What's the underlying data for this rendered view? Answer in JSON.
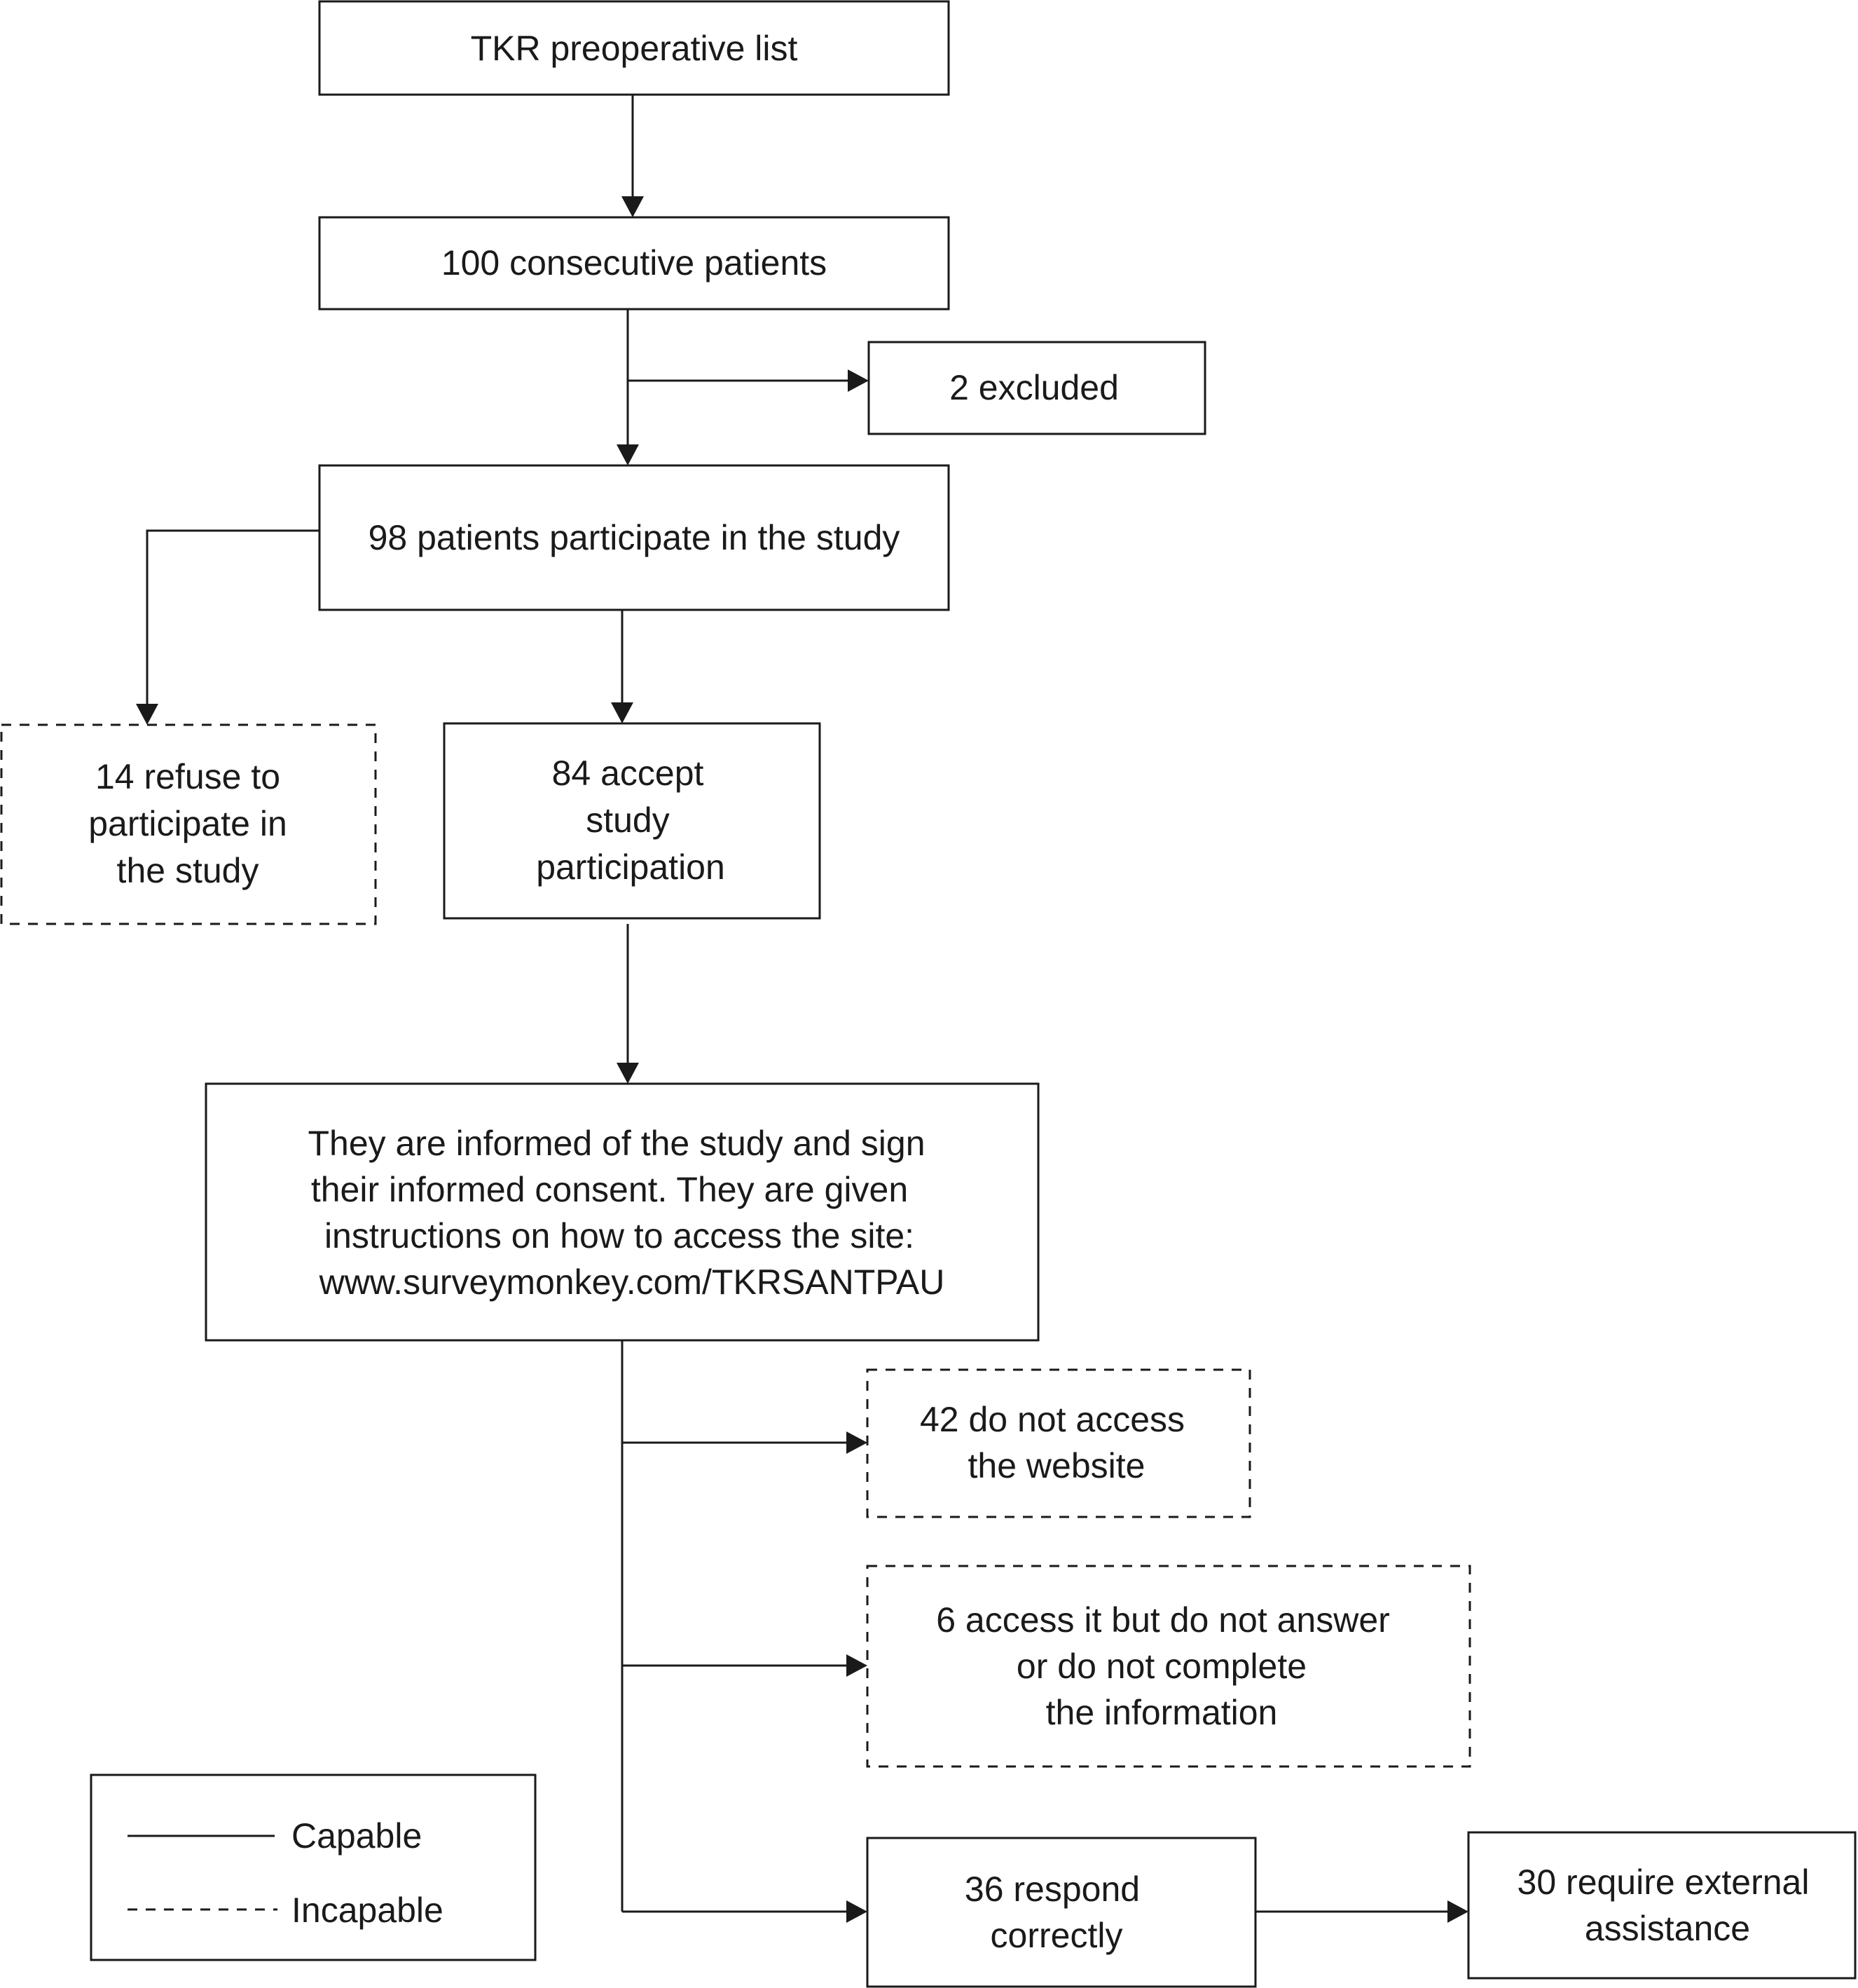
{
  "nodes": {
    "tkr_list": {
      "lines": [
        "TKR preoperative list"
      ],
      "style": "capable"
    },
    "consecutive": {
      "lines": [
        "100 consecutive patients"
      ],
      "style": "capable"
    },
    "excluded": {
      "lines": [
        "2 excluded"
      ],
      "style": "capable"
    },
    "participate": {
      "lines": [
        "98 patients participate in the study"
      ],
      "style": "capable"
    },
    "refuse": {
      "lines": [
        "14 refuse to",
        "participate in",
        "the study"
      ],
      "style": "incapable"
    },
    "accept": {
      "lines": [
        "84 accept",
        "study",
        "participation"
      ],
      "style": "capable"
    },
    "informed": {
      "lines": [
        "They are informed of the study and sign",
        "their informed consent. They are given",
        "instructions on how to access the site:",
        "www.surveymonkey.com/TKRSANTPAU"
      ],
      "style": "capable"
    },
    "no_access": {
      "lines": [
        "42 do not access",
        "the website"
      ],
      "style": "incapable"
    },
    "no_answer": {
      "lines": [
        "6 access it but do not answer",
        "or do not complete",
        "the information"
      ],
      "style": "incapable"
    },
    "respond": {
      "lines": [
        "36 respond",
        "correctly"
      ],
      "style": "capable"
    },
    "assistance": {
      "lines": [
        "30 require external",
        "assistance"
      ],
      "style": "capable"
    }
  },
  "edges": [
    {
      "from": "tkr_list",
      "to": "consecutive"
    },
    {
      "from": "consecutive",
      "to": "participate"
    },
    {
      "from": "consecutive",
      "to": "excluded"
    },
    {
      "from": "participate",
      "to": "refuse"
    },
    {
      "from": "participate",
      "to": "accept"
    },
    {
      "from": "accept",
      "to": "informed"
    },
    {
      "from": "informed",
      "to": "no_access"
    },
    {
      "from": "informed",
      "to": "no_answer"
    },
    {
      "from": "informed",
      "to": "respond"
    },
    {
      "from": "respond",
      "to": "assistance"
    }
  ],
  "legend": {
    "capable": "Capable",
    "incapable": "Incapable"
  },
  "colors": {
    "stroke": "#1a1a1a",
    "background": "#ffffff"
  }
}
